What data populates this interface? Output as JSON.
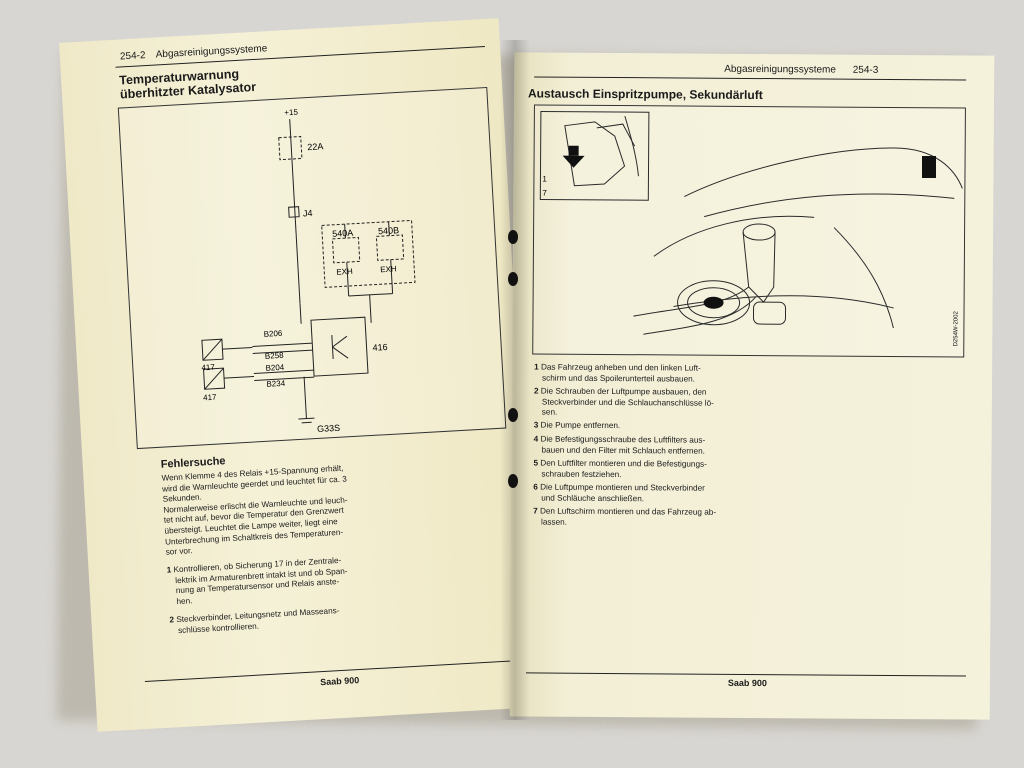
{
  "left_page": {
    "header": {
      "page_number": "254-2",
      "section": "Abgasreinigungssysteme"
    },
    "title": [
      "Temperaturwarnung",
      "überhitzter Katalysator"
    ],
    "diagram_labels": {
      "plus15": "+15",
      "relay_22a": "22A",
      "j4": "J4",
      "r540a": "540A",
      "r540b": "540B",
      "exh_a": "EXH",
      "exh_b": "EXH",
      "b206": "B206",
      "b258": "B258",
      "b204": "B204",
      "b234": "B234",
      "c416": "416",
      "s417a": "417",
      "s417b": "417",
      "g33s": "G33S"
    },
    "fehlersuche": {
      "title": "Fehlersuche",
      "intro": [
        "Wenn Klemme 4 des Relais +15-Spannung erhält,",
        "wird die Warnleuchte geerdet und leuchtet für ca. 3",
        "Sekunden.",
        "Normalerweise erlischt die Warnleuchte und leuch-",
        "tet nicht auf, bevor die Temperatur den Grenzwert",
        "übersteigt. Leuchtet die Lampe weiter, liegt eine",
        "Unterbrechung im Schaltkreis des Temperaturen-",
        "sor vor."
      ],
      "steps": [
        {
          "n": "1",
          "lines": [
            "Kontrollieren, ob Sicherung 17 in der Zentrale-",
            "lektrik im Armaturenbrett intakt ist und ob Span-",
            "nung an Temperatursensor und Relais anste-",
            "hen."
          ]
        },
        {
          "n": "2",
          "lines": [
            "Steckverbinder, Leitungsnetz und Masseans-",
            "schlüsse kontrollieren."
          ]
        }
      ]
    },
    "footer": "Saab 900"
  },
  "right_page": {
    "header": {
      "section": "Abgasreinigungssysteme",
      "page_number": "254-3"
    },
    "title": "Austausch Einspritzpumpe, Sekundärluft",
    "figure_labels": {
      "callout_1": "1",
      "callout_7": "7",
      "figure_code": "D254W-2002"
    },
    "steps": [
      {
        "n": "1",
        "lines": [
          "Das Fahrzeug anheben und den linken Luft-",
          "schirm und das Spoilerunterteil ausbauen."
        ]
      },
      {
        "n": "2",
        "lines": [
          "Die Schrauben der Luftpumpe ausbauen, den",
          "Steckverbinder und die Schlauchanschlüsse lö-",
          "sen."
        ]
      },
      {
        "n": "3",
        "lines": [
          "Die Pumpe entfernen."
        ]
      },
      {
        "n": "4",
        "lines": [
          "Die Befestigungsschraube des Luftfilters aus-",
          "bauen und den Filter mit Schlauch entfernen."
        ]
      },
      {
        "n": "5",
        "lines": [
          "Den Luftfilter montieren und die Befestigungs-",
          "schrauben festziehen."
        ]
      },
      {
        "n": "6",
        "lines": [
          "Die Luftpumpe montieren und Steckverbinder",
          "und Schläuche anschließen."
        ]
      },
      {
        "n": "7",
        "lines": [
          "Den Luftschirm montieren und das Fahrzeug ab-",
          "lassen."
        ]
      }
    ],
    "footer": "Saab 900"
  },
  "colors": {
    "paper": "#f4f0d5",
    "ink": "#1a1a1a",
    "background": "#d8d6d2"
  }
}
